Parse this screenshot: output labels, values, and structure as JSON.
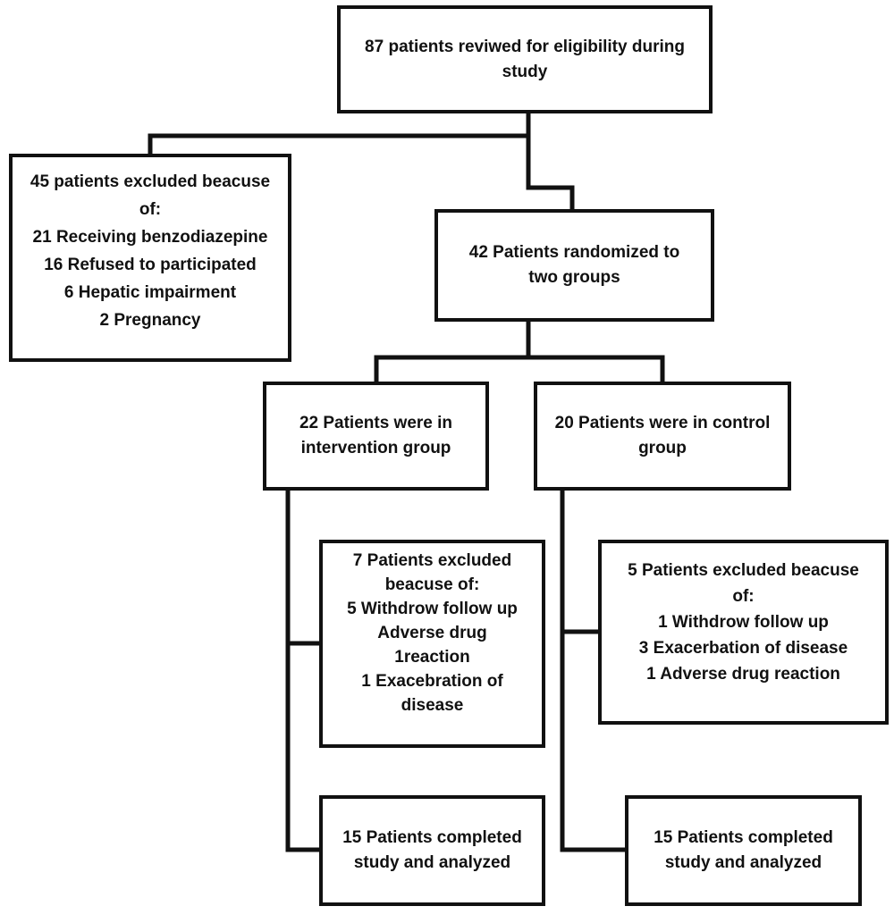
{
  "screened": {
    "lines": [
      "87 patients reviwed for eligibility during",
      "study"
    ]
  },
  "excluded_initial": {
    "lines": [
      "45 patients excluded beacuse",
      "of:",
      "21 Receiving benzodiazepine",
      "16 Refused to participated",
      "6 Hepatic impairment",
      "2 Pregnancy"
    ]
  },
  "randomized": {
    "lines": [
      "42 Patients randomized to",
      "two groups"
    ]
  },
  "intervention": {
    "lines": [
      "22 Patients were in",
      "intervention group"
    ]
  },
  "control": {
    "lines": [
      "20 Patients were in control",
      "group"
    ]
  },
  "intervention_excluded": {
    "lines": [
      "7 Patients excluded",
      "beacuse of:",
      "5 Withdrow follow up",
      "Adverse drug",
      "1reaction",
      "1 Exacebration of",
      "disease"
    ]
  },
  "control_excluded": {
    "lines": [
      "5 Patients excluded beacuse",
      "of:",
      "1 Withdrow follow up",
      "3 Exacerbation of disease",
      "1 Adverse drug reaction"
    ]
  },
  "intervention_completed": {
    "lines": [
      "15 Patients completed",
      "study and analyzed"
    ]
  },
  "control_completed": {
    "lines": [
      "15 Patients completed",
      "study and analyzed"
    ]
  }
}
